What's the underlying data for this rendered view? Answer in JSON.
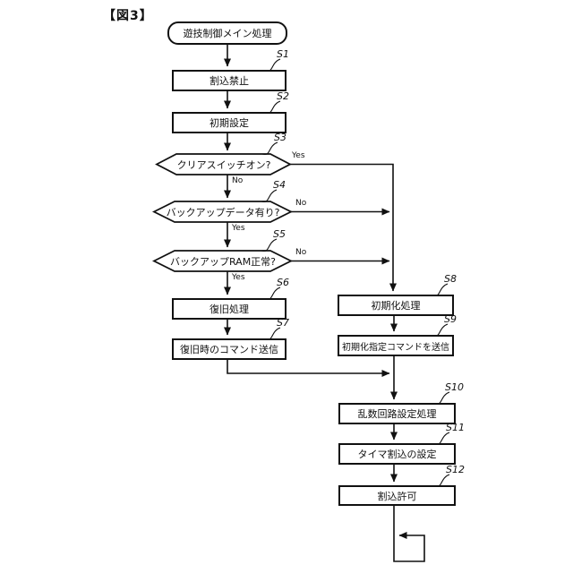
{
  "figure": {
    "label": "【図3】"
  },
  "flowchart": {
    "start": {
      "text": "遊技制御メイン処理"
    },
    "nodes": {
      "s1": {
        "label": "S1",
        "text": "割込禁止"
      },
      "s2": {
        "label": "S2",
        "text": "初期設定"
      },
      "s3": {
        "label": "S3",
        "text": "クリアスイッチオン?"
      },
      "s4": {
        "label": "S4",
        "text": "バックアップデータ有り?"
      },
      "s5": {
        "label": "S5",
        "text": "バックアップRAM正常?"
      },
      "s6": {
        "label": "S6",
        "text": "復旧処理"
      },
      "s7": {
        "label": "S7",
        "text": "復旧時のコマンド送信"
      },
      "s8": {
        "label": "S8",
        "text": "初期化処理"
      },
      "s9": {
        "label": "S9",
        "text": "初期化指定コマンドを送信"
      },
      "s10": {
        "label": "S10",
        "text": "乱数回路設定処理"
      },
      "s11": {
        "label": "S11",
        "text": "タイマ割込の設定"
      },
      "s12": {
        "label": "S12",
        "text": "割込許可"
      }
    },
    "branches": {
      "s3_yes": "Yes",
      "s3_no": "No",
      "s4_no": "No",
      "s4_yes": "Yes",
      "s5_no": "No",
      "s5_yes": "Yes"
    },
    "colors": {
      "line": "#111111",
      "background": "#ffffff"
    }
  }
}
